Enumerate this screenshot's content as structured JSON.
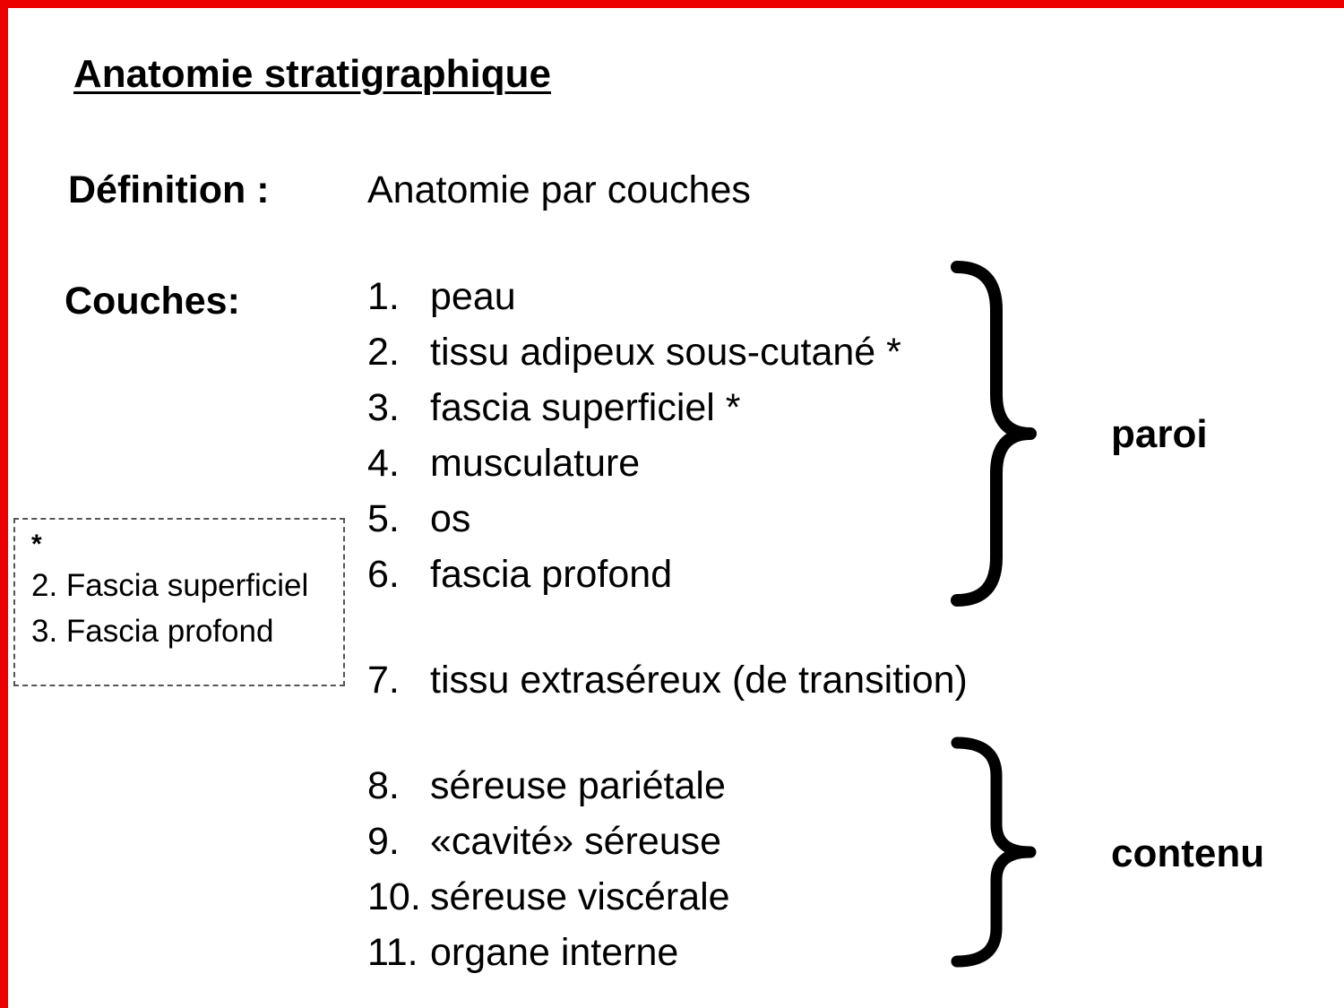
{
  "title": "Anatomie stratigraphique",
  "definition": {
    "label": "Définition :",
    "value": "Anatomie par couches"
  },
  "couches_label": "Couches:",
  "items": [
    {
      "num": "1.",
      "text": "peau"
    },
    {
      "num": "2.",
      "text": "tissu adipeux sous-cutané *"
    },
    {
      "num": "3.",
      "text": "fascia superficiel *"
    },
    {
      "num": "4.",
      "text": "musculature"
    },
    {
      "num": "5.",
      "text": "os"
    },
    {
      "num": "6.",
      "text": "fascia profond"
    },
    {
      "num": "7.",
      "text": "tissu extraséreux (de transition)"
    },
    {
      "num": "8.",
      "text": "séreuse pariétale"
    },
    {
      "num": "9.",
      "text": "«cavité» séreuse"
    },
    {
      "num": "10.",
      "text": "séreuse viscérale"
    },
    {
      "num": "11.",
      "text": "organe interne"
    }
  ],
  "note_box": {
    "marker": "*",
    "lines": [
      "2. Fascia superficiel",
      "3. Fascia profond"
    ]
  },
  "braces": [
    {
      "label": "paroi"
    },
    {
      "label": "contenu"
    }
  ],
  "colors": {
    "border_red": "#ec0000",
    "text": "#000000",
    "background": "#ffffff"
  }
}
